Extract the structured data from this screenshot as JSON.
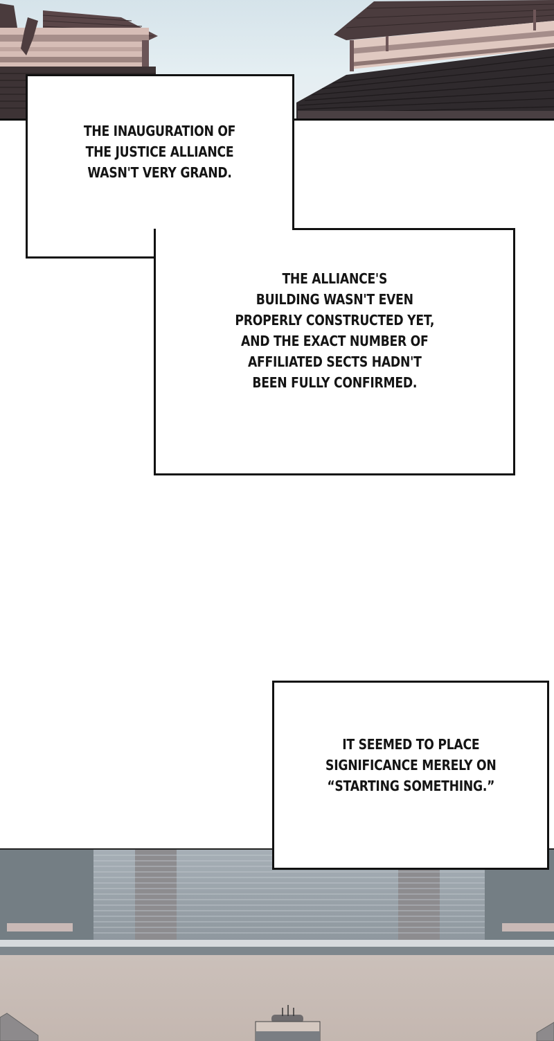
{
  "page": {
    "type": "webtoon-panel-strip",
    "background": "#ffffff"
  },
  "scenes": {
    "top": {
      "description": "Traditional East Asian tiled rooftops against a pale blue sky",
      "sky_color": "#d9e6ec",
      "roof_color": "#3a3233",
      "wall_color": "#d9c4bf"
    },
    "bottom": {
      "description": "Large hall with grey slatted doors, beige courtyard wall, small incense altar at center",
      "door_color": "#9aa3aa",
      "wall_color": "#c7bbb5"
    }
  },
  "narrations": [
    {
      "id": "box1",
      "text": "THE INAUGURATION OF\nTHE JUSTICE ALLIANCE\nWASN'T VERY GRAND."
    },
    {
      "id": "box2",
      "text": "THE ALLIANCE'S\nBUILDING WASN'T EVEN\nPROPERLY CONSTRUCTED YET,\nAND THE EXACT NUMBER OF\nAFFILIATED SECTS HADN'T\nBEEN FULLY CONFIRMED."
    },
    {
      "id": "box3",
      "text": "IT SEEMED TO PLACE\nSIGNIFICANCE MERELY ON\n“STARTING SOMETHING.”"
    }
  ]
}
